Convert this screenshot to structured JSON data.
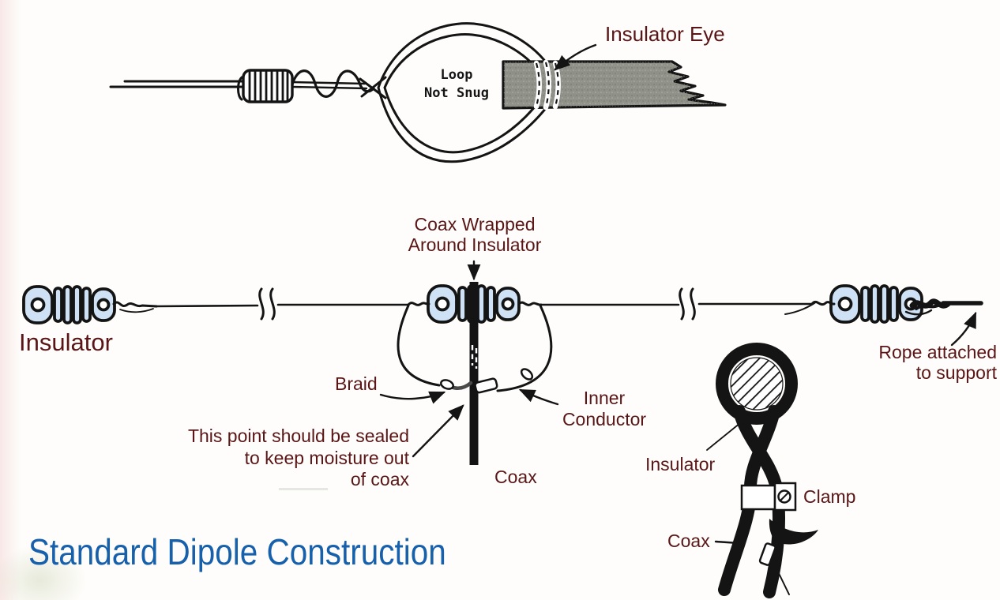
{
  "title": "Standard Dipole Construction",
  "colors": {
    "label": "#5a1616",
    "title": "#1760ab",
    "insulator_fill": "#cfe2f5",
    "bar_gray": "#90928a",
    "line": "#141414"
  },
  "top_diagram": {
    "insulator_eye_label": "Insulator Eye",
    "loop_note": "Loop\nNot Snug"
  },
  "dipole_diagram": {
    "insulator_label": "Insulator",
    "coax_wrapped_label": "Coax Wrapped\nAround Insulator",
    "braid_label": "Braid",
    "inner_conductor_label": "Inner\nConductor",
    "seal_note": "This point should be sealed\nto keep moisture out\nof coax",
    "coax_label": "Coax",
    "rope_label": "Rope attached\nto support"
  },
  "detail_diagram": {
    "insulator_label": "Insulator",
    "clamp_label": "Clamp",
    "coax_label": "Coax"
  }
}
